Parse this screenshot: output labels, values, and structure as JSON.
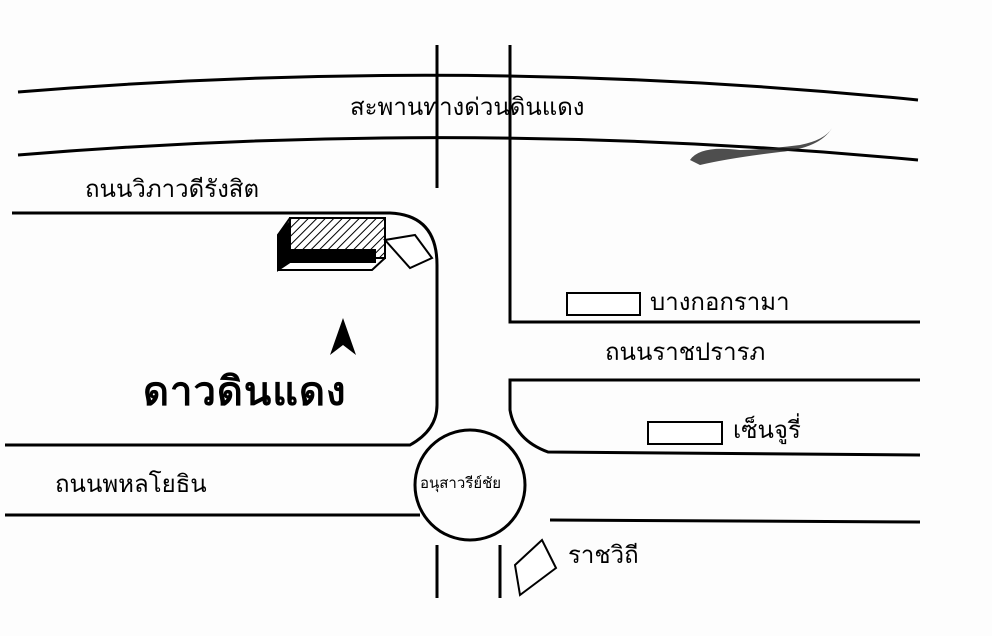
{
  "title": "ดาวดินแดง",
  "labels": {
    "expressway": "สะพานทางด่วนดินแดง",
    "vibhavadi": "ถนนวิภาวดีรังสิต",
    "bangkok_rama": "บางกอกรามา",
    "ratchaprarop": "ถนนราชปรารภ",
    "century": "เซ็นจูรี่",
    "phahonyothin": "ถนนพหลโยธิน",
    "monument": "อนุสาวรีย์ชัย",
    "ratchawithi": "ราชวิถี"
  },
  "colors": {
    "line": "#000000",
    "background": "#fdfdfd"
  }
}
